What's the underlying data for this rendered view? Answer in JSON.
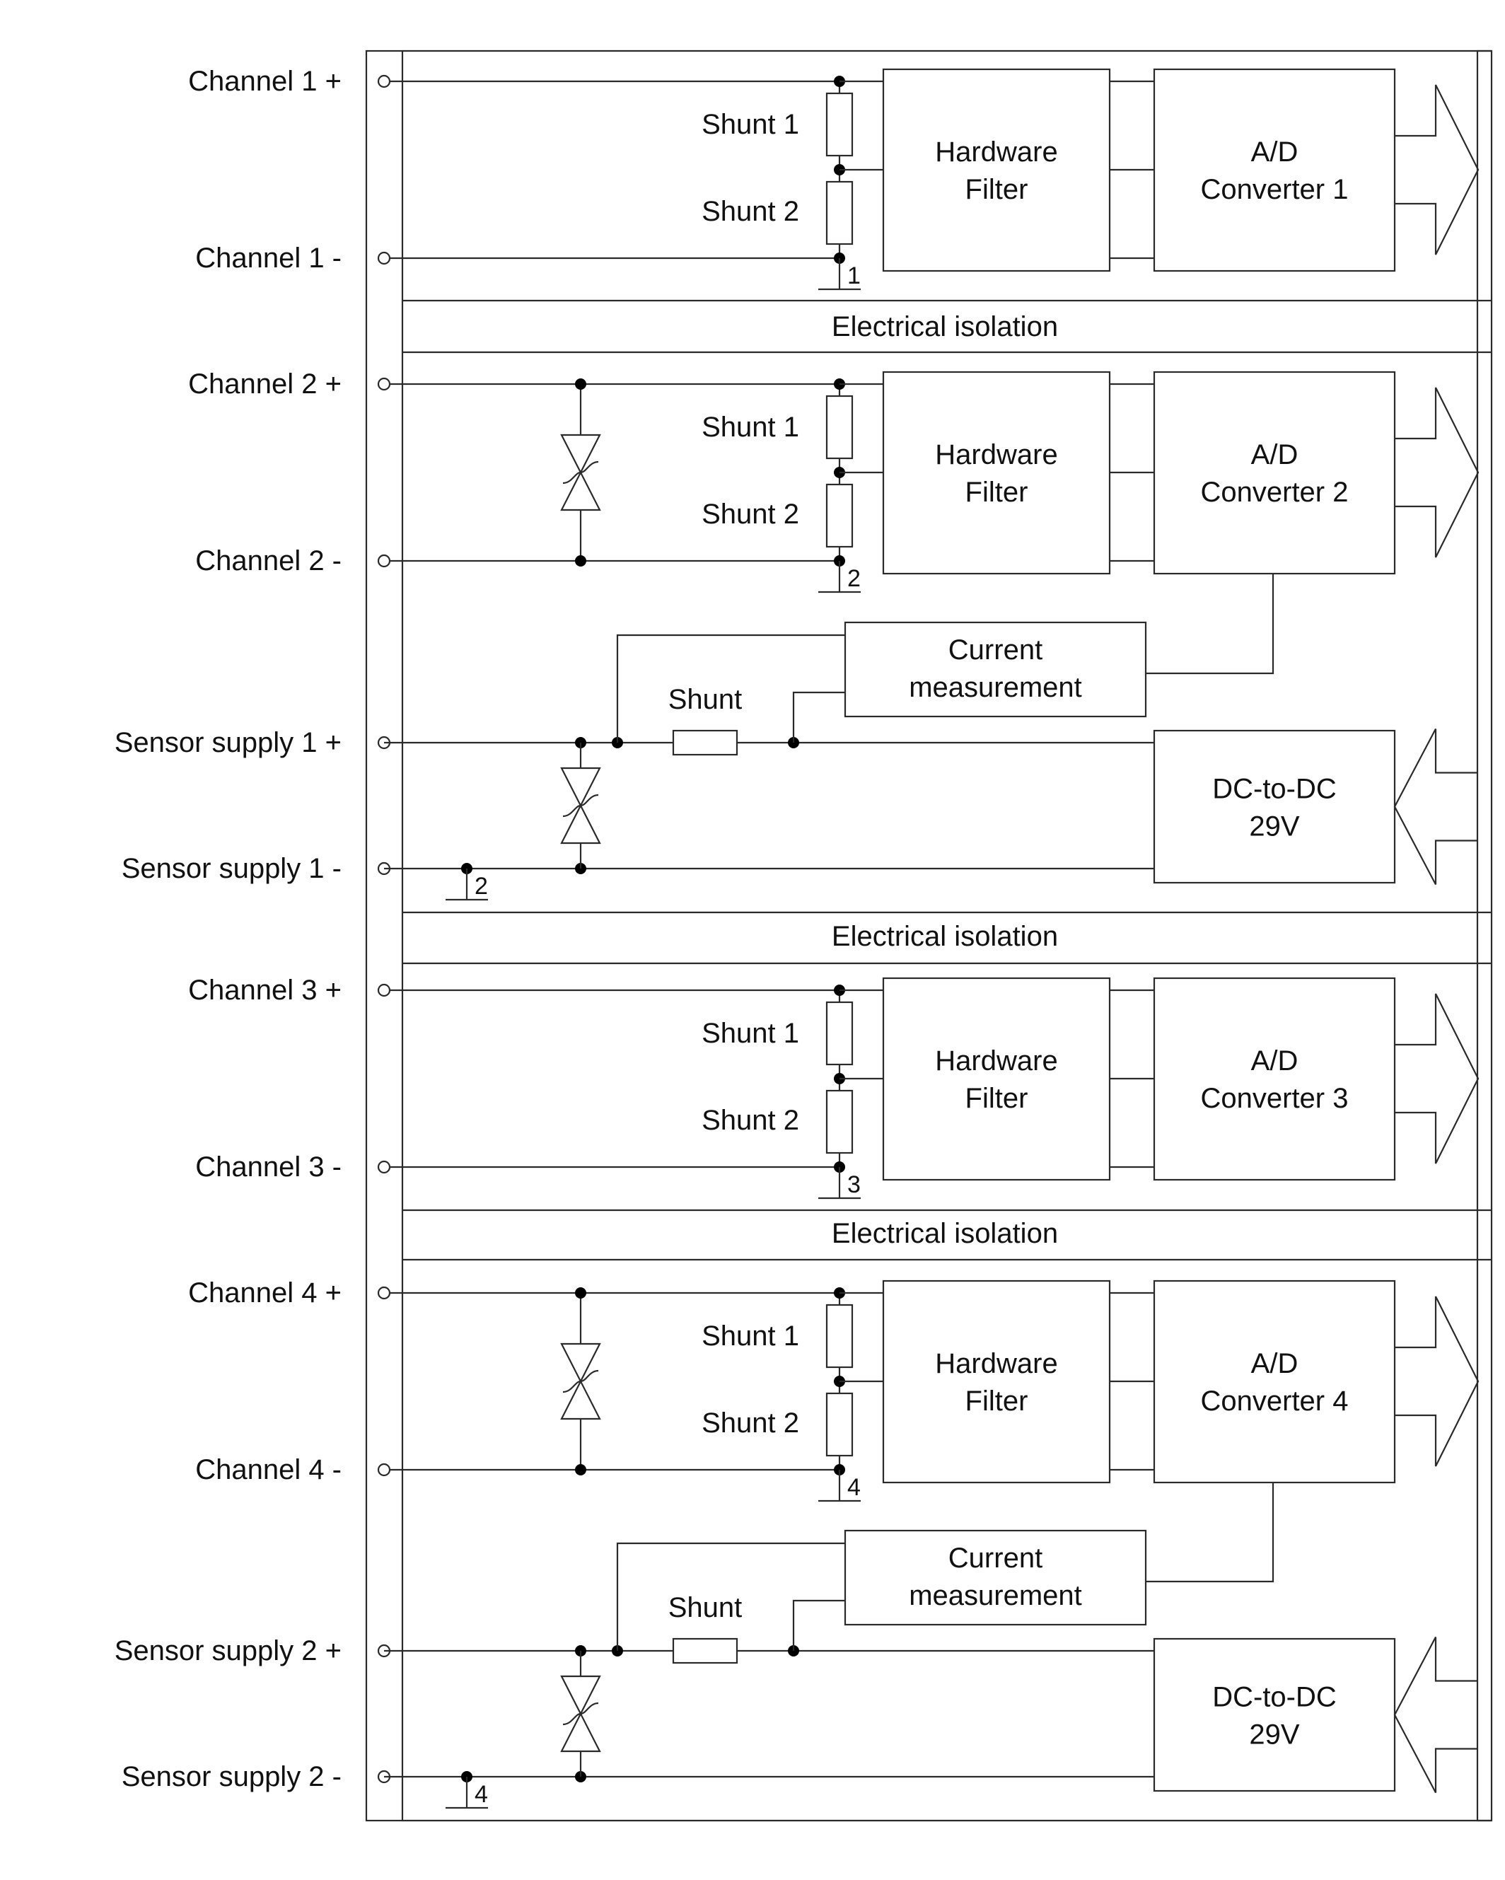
{
  "colors": {
    "line": "#2a2a2a",
    "dot": "#000000",
    "background": "#ffffff"
  },
  "blocks": [
    {
      "id": "ch1",
      "plus_label": "Channel 1 +",
      "minus_label": "Channel 1 -",
      "shunt1_label": "Shunt 1",
      "shunt2_label": "Shunt 2",
      "filter_label": [
        "Hardware",
        "Filter"
      ],
      "adc_label": [
        "A/D",
        "Converter 1"
      ],
      "ground_label": "1"
    },
    {
      "id": "ch2",
      "plus_label": "Channel 2 +",
      "minus_label": "Channel 2 -",
      "shunt1_label": "Shunt 1",
      "shunt2_label": "Shunt 2",
      "filter_label": [
        "Hardware",
        "Filter"
      ],
      "adc_label": [
        "A/D",
        "Converter 2"
      ],
      "ground_label": "2",
      "supply": {
        "plus_label": "Sensor supply 1 +",
        "minus_label": "Sensor supply 1 -",
        "current_label": [
          "Current",
          "measurement"
        ],
        "shunt_label": "Shunt",
        "dcdc_label": [
          "DC-to-DC",
          "29V"
        ],
        "ground_label": "2"
      }
    },
    {
      "id": "ch3",
      "plus_label": "Channel 3 +",
      "minus_label": "Channel 3 -",
      "shunt1_label": "Shunt 1",
      "shunt2_label": "Shunt 2",
      "filter_label": [
        "Hardware",
        "Filter"
      ],
      "adc_label": [
        "A/D",
        "Converter 3"
      ],
      "ground_label": "3"
    },
    {
      "id": "ch4",
      "plus_label": "Channel 4 +",
      "minus_label": "Channel 4 -",
      "shunt1_label": "Shunt 1",
      "shunt2_label": "Shunt 2",
      "filter_label": [
        "Hardware",
        "Filter"
      ],
      "adc_label": [
        "A/D",
        "Converter 4"
      ],
      "ground_label": "4",
      "supply": {
        "plus_label": "Sensor supply 2 +",
        "minus_label": "Sensor supply 2 -",
        "current_label": [
          "Current",
          "measurement"
        ],
        "shunt_label": "Shunt",
        "dcdc_label": [
          "DC-to-DC",
          "29V"
        ],
        "ground_label": "4"
      }
    }
  ],
  "isolation_labels": [
    "Electrical isolation",
    "Electrical isolation",
    "Electrical isolation"
  ]
}
